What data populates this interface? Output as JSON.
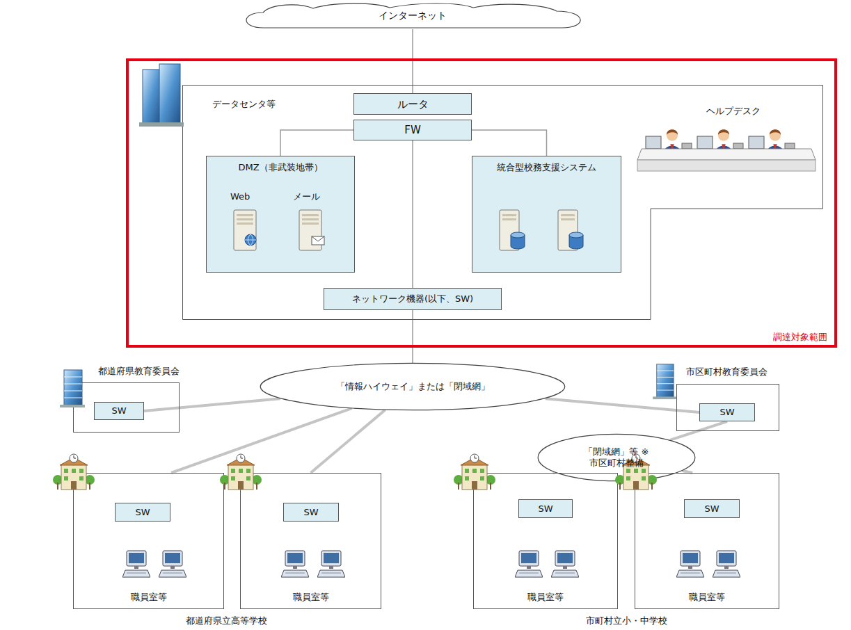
{
  "diagram": {
    "nodes": [
      {
        "text": [
          "インターネット"
        ]
      },
      {
        "text": [
          "調達対象範囲"
        ]
      },
      {
        "text": [
          "データセンタ等"
        ],
        "in": 1
      },
      {
        "text": [
          "ルータ"
        ],
        "in": 2
      },
      {
        "text": [
          "FW"
        ],
        "in": 2
      },
      {
        "text": [
          "DMZ（非武装地帯）",
          "Web",
          "メール"
        ],
        "in": 2
      },
      {
        "text": [
          "統合型校務支援システム"
        ],
        "in": 2
      },
      {
        "text": [
          "ヘルプデスク"
        ],
        "in": 2
      },
      {
        "text": [
          "ネットワーク機器(以下、SW)"
        ],
        "in": 2
      },
      {
        "text": [
          "都道府県教育委員会"
        ]
      },
      {
        "text": [
          "SW"
        ],
        "in": 9
      },
      {
        "text": [
          "「情報ハイウェイ」または「閉域網」"
        ]
      },
      {
        "text": [
          "市区町村教育委員会"
        ]
      },
      {
        "text": [
          "SW"
        ],
        "in": 12
      },
      {
        "text": [
          "「閉域網」等 ※市区町村整備"
        ]
      },
      {
        "text": [
          "職員室等"
        ]
      },
      {
        "text": [
          "SW"
        ],
        "in": 15
      },
      {
        "text": [
          "職員室等"
        ]
      },
      {
        "text": [
          "SW"
        ],
        "in": 17
      },
      {
        "text": [
          "職員室等"
        ]
      },
      {
        "text": [
          "SW"
        ],
        "in": 19
      },
      {
        "text": [
          "職員室等"
        ]
      },
      {
        "text": [
          "SW"
        ],
        "in": 21
      }
    ],
    "edges": [
      {
        "from": 0,
        "to": 3,
        "arrow": "none"
      },
      {
        "from": 4,
        "to": 5,
        "arrow": "none"
      },
      {
        "from": 4,
        "to": 6,
        "arrow": "none"
      },
      {
        "from": 4,
        "to": 8,
        "arrow": "none"
      },
      {
        "from": 8,
        "to": 11,
        "arrow": "none"
      },
      {
        "from": 11,
        "to": 10,
        "arrow": "none"
      },
      {
        "from": 11,
        "to": 15,
        "arrow": "none"
      },
      {
        "from": 11,
        "to": 17,
        "arrow": "none"
      },
      {
        "from": 11,
        "to": 13,
        "arrow": "none"
      },
      {
        "from": 13,
        "to": 14,
        "arrow": "none"
      },
      {
        "from": 14,
        "to": 19,
        "arrow": "none"
      },
      {
        "from": 14,
        "to": 21,
        "arrow": "none"
      }
    ],
    "labels": [
      "都道府県立高等学校",
      "市町村立小・中学校"
    ]
  }
}
